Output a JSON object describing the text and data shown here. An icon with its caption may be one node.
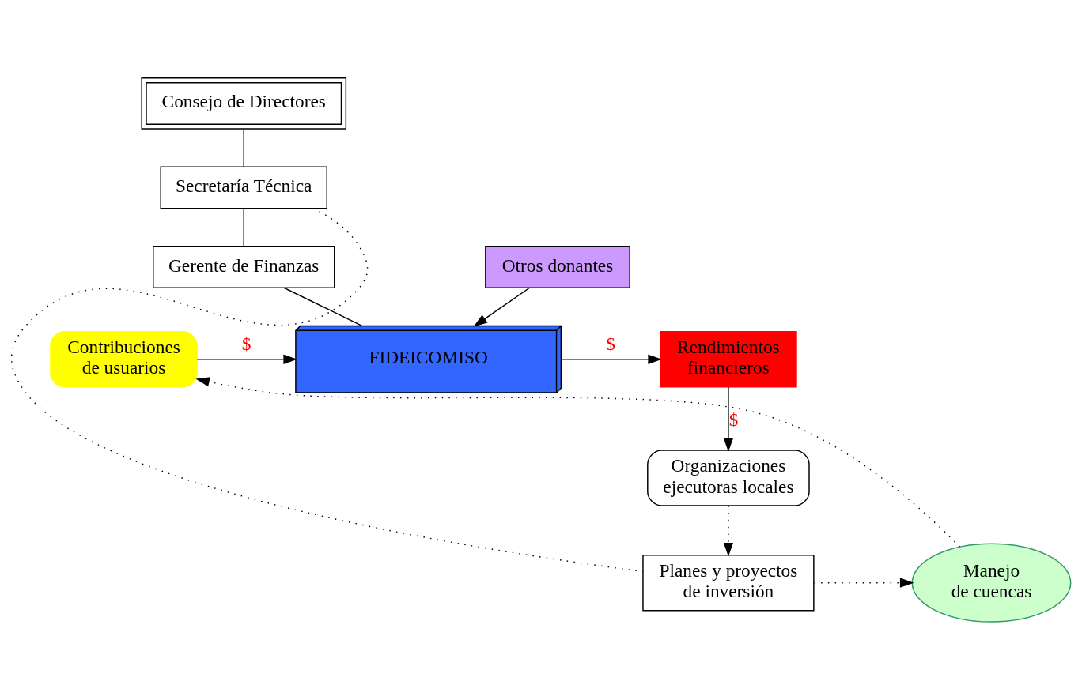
{
  "diagram": {
    "nodes": [
      {
        "text": [
          "Consejo de Directores"
        ]
      },
      {
        "text": [
          "Secretaría Técnica"
        ]
      },
      {
        "text": [
          "Gerente de Finanzas"
        ]
      },
      {
        "text": [
          "Otros donantes"
        ]
      },
      {
        "text": [
          "FIDEICOMISO"
        ]
      },
      {
        "text": [
          "Rendimientos financieros"
        ]
      },
      {
        "text": [
          "Contribuciones de usuarios"
        ]
      },
      {
        "text": [
          "Organizaciones ejecutoras locales"
        ]
      },
      {
        "text": [
          "Planes y proyectos de inversión"
        ]
      },
      {
        "text": [
          "Manejo de cuencas"
        ]
      }
    ],
    "edges": [
      {
        "from": 0,
        "to": 1,
        "arrow": "none"
      },
      {
        "from": 1,
        "to": 2,
        "arrow": "none"
      },
      {
        "from": 2,
        "to": 4,
        "arrow": "none"
      },
      {
        "from": 3,
        "to": 4,
        "arrow": "to"
      },
      {
        "from": 6,
        "to": 4,
        "arrow": "to",
        "label": "$"
      },
      {
        "from": 4,
        "to": 5,
        "arrow": "to",
        "label": "$"
      },
      {
        "from": 5,
        "to": 7,
        "arrow": "to",
        "label": "$"
      },
      {
        "from": 1,
        "to": 8,
        "arrow": "none",
        "style": "dashed"
      },
      {
        "from": 7,
        "to": 8,
        "arrow": "to",
        "style": "dashed"
      },
      {
        "from": 8,
        "to": 9,
        "arrow": "to",
        "style": "dashed"
      },
      {
        "from": 9,
        "to": 6,
        "arrow": "to",
        "style": "dashed"
      }
    ]
  }
}
